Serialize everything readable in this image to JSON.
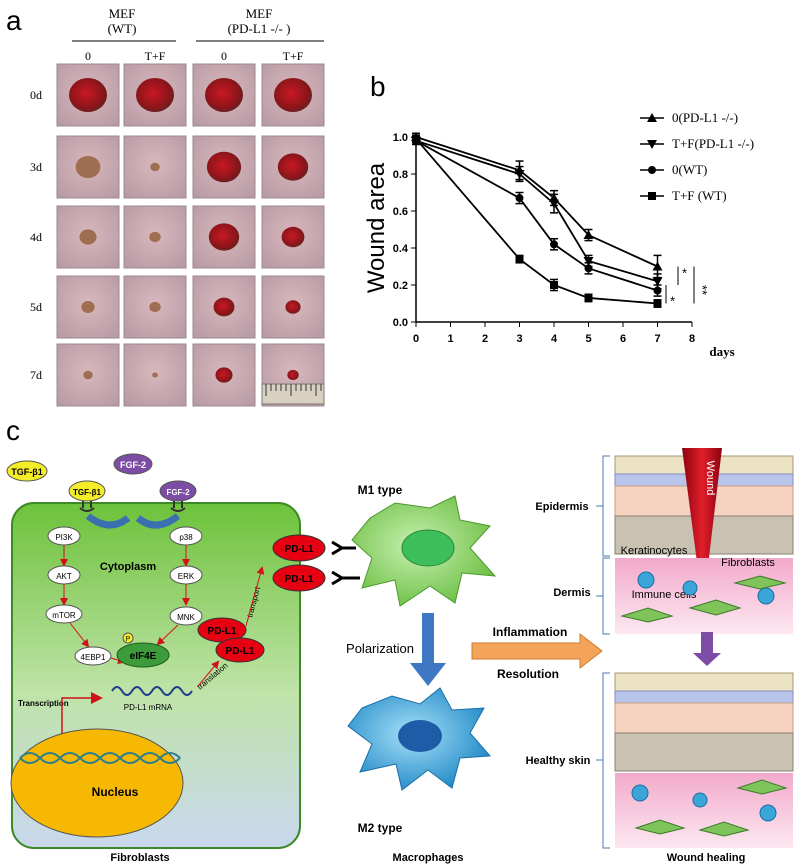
{
  "panel_a": {
    "label": "a",
    "groups": [
      {
        "title_line1": "MEF",
        "title_line2": "(WT)"
      },
      {
        "title_line1": "MEF",
        "title_line2": "(PD-L1 -/- )"
      }
    ],
    "col_labels": [
      "0",
      "T+F",
      "0",
      "T+F"
    ],
    "row_labels": [
      "0d",
      "3d",
      "4d",
      "5d",
      "7d"
    ],
    "wound_sizes": [
      [
        1.0,
        1.0,
        1.0,
        1.0
      ],
      [
        0.65,
        0.25,
        0.9,
        0.8
      ],
      [
        0.45,
        0.3,
        0.8,
        0.6
      ],
      [
        0.35,
        0.3,
        0.55,
        0.4
      ],
      [
        0.25,
        0.15,
        0.45,
        0.3
      ]
    ]
  },
  "panel_b": {
    "label": "b"
  },
  "chart_data": {
    "type": "line",
    "xlabel": "days",
    "ylabel": "Wound area",
    "xlim": [
      0,
      8
    ],
    "ylim": [
      0,
      1.0
    ],
    "xticks": [
      "0",
      "1",
      "2",
      "3",
      "4",
      "5",
      "6",
      "7",
      "8"
    ],
    "yticks": [
      "0.0",
      "0.2",
      "0.4",
      "0.6",
      "0.8",
      "1.0"
    ],
    "legend_position": "top-right",
    "series": [
      {
        "name": "0(PD-L1 -/-)",
        "marker": "triangle-up",
        "x": [
          0,
          3,
          4,
          5,
          7
        ],
        "y": [
          1.0,
          0.82,
          0.67,
          0.47,
          0.3
        ],
        "err": [
          0.02,
          0.05,
          0.04,
          0.03,
          0.06
        ]
      },
      {
        "name": "T+F(PD-L1 -/-)",
        "marker": "triangle-down",
        "x": [
          0,
          3,
          4,
          5,
          7
        ],
        "y": [
          0.98,
          0.8,
          0.64,
          0.33,
          0.22
        ],
        "err": [
          0.02,
          0.04,
          0.05,
          0.03,
          0.04
        ]
      },
      {
        "name": "0(WT)",
        "marker": "circle",
        "x": [
          0,
          3,
          4,
          5,
          7
        ],
        "y": [
          0.98,
          0.67,
          0.42,
          0.29,
          0.17
        ],
        "err": [
          0.02,
          0.03,
          0.03,
          0.03,
          0.03
        ]
      },
      {
        "name": "T+F (WT)",
        "marker": "square",
        "x": [
          0,
          3,
          4,
          5,
          7
        ],
        "y": [
          0.99,
          0.34,
          0.2,
          0.13,
          0.1
        ],
        "err": [
          0.02,
          0.02,
          0.03,
          0.02,
          0.02
        ]
      }
    ],
    "significance": [
      "*",
      "*",
      "**"
    ]
  },
  "panel_c": {
    "label": "c",
    "free_factors": [
      "TGF-β1",
      "FGF-2"
    ],
    "receptors": [
      "TGF-β1",
      "FGF-2"
    ],
    "cytoplasm_label": "Cytoplasm",
    "pathway_left": [
      "PI3K",
      "AKT",
      "mTOR",
      "4EBP1"
    ],
    "pathway_right": [
      "p38",
      "ERK",
      "MNK"
    ],
    "eif4e": "eIF4E",
    "phospho": "P",
    "mrna_label": "PD-L1 mRNA",
    "transcription": "Transcription",
    "translation": "translation",
    "transport": "transport",
    "pdl1": "PD-L1",
    "nucleus": "Nucleus",
    "m1_type": "M1 type",
    "m2_type": "M2 type",
    "polarization": "Polarization",
    "inflammation": "Inflammation",
    "resolution": "Resolution",
    "epidermis": "Epidermis",
    "dermis": "Dermis",
    "healthy_skin": "Healthy skin",
    "wound": "Wound",
    "keratinocytes": "Keratinocytes",
    "fibroblasts_label": "Fibroblasts",
    "immune_cells": "Immune cells",
    "bottom_labels": [
      "Fibroblasts",
      "Macrophages",
      "Wound healing"
    ],
    "colors": {
      "cell": "#7ccc3c",
      "nucleus": "#f6b800",
      "pdl1": "#e60012",
      "arrow": "#f4a45a",
      "macrophage_m1": "#8fd16a",
      "macrophage_m2": "#3aa6d8",
      "wound": "#c3001b",
      "dermis": "#f6c1d9"
    }
  }
}
